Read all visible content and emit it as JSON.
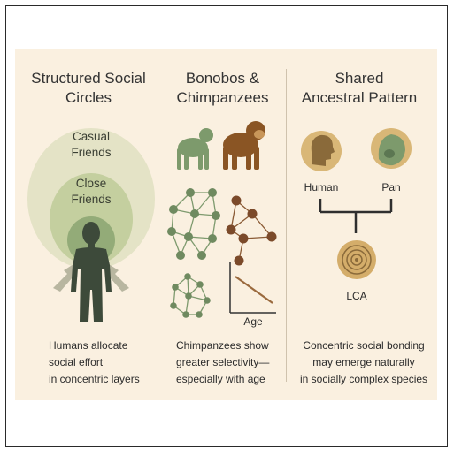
{
  "columns": [
    {
      "title": "Structured Social\nCircles",
      "rings": {
        "outer": "Casual\nFriends",
        "inner": "Close\nFriends"
      },
      "caption": "Humans allocate\nsocial effort\nin concentric layers"
    },
    {
      "title": "Bonobos &\nChimpanzees",
      "axis_label": "Age",
      "caption": "Chimpanzees show\ngreater selectivity—\nespecially with age"
    },
    {
      "title": "Shared\nAncestral Pattern",
      "human_label": "Human",
      "pan_label": "Pan",
      "lca_label": "LCA",
      "caption": "Concentric social bonding\nmay emerge naturally\nin socially complex species"
    }
  ],
  "colors": {
    "background": "#faf0e0",
    "green": "#6f8a60",
    "brown": "#7b4a2a",
    "gold": "#d4ad6a",
    "dark_figure": "#3d4a3a"
  }
}
